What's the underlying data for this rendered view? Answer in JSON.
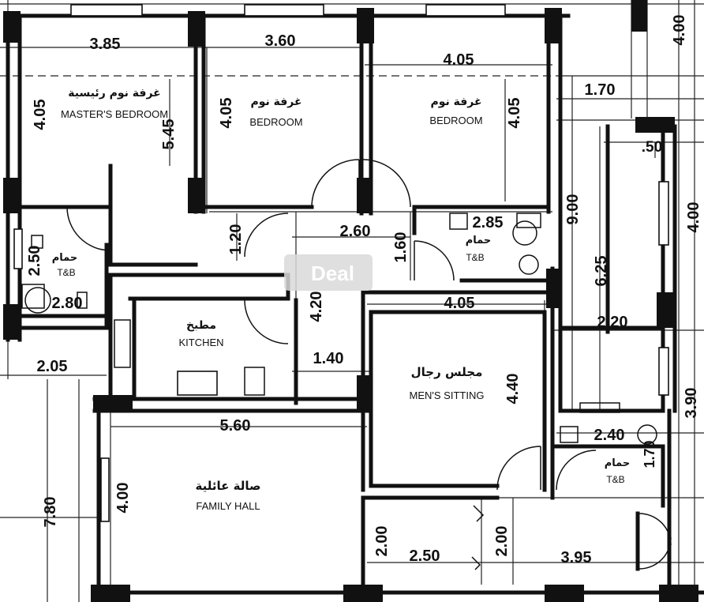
{
  "rooms": {
    "master_bedroom": {
      "ar": "غرفة نوم رئيسية",
      "en": "MASTER'S BEDROOM"
    },
    "bedroom_1": {
      "ar": "غرفة نوم",
      "en": "BEDROOM"
    },
    "bedroom_2": {
      "ar": "غرفة نوم",
      "en": "BEDROOM"
    },
    "tb_1": {
      "ar": "حمام",
      "en": "T&B"
    },
    "tb_2": {
      "ar": "حمام",
      "en": "T&B"
    },
    "tb_3": {
      "ar": "حمام",
      "en": "T&B"
    },
    "kitchen": {
      "ar": "مطبخ",
      "en": "KITCHEN"
    },
    "mens_sitting": {
      "ar": "مجلس رجال",
      "en": "MEN'S SITTING"
    },
    "family_hall": {
      "ar": "صالة عائلية",
      "en": "FAMILY HALL"
    }
  },
  "dimensions": {
    "master_width": "3.85",
    "bedroom1_width": "3.60",
    "bedroom2_width": "4.05",
    "top_right_vertical": "4.00",
    "master_height": "4.05",
    "master_closet": "5.45",
    "bedroom1_height": "4.05",
    "bedroom2_height": "4.05",
    "corridor_width": "1.70",
    "shaft_width": ".50",
    "right_vertical": "4.00",
    "long_vertical": "9.00",
    "mid_vertical": "6.25",
    "lobby_width": "2.60",
    "lobby_height_left": "1.20",
    "lobby_height_right": "1.60",
    "tb2_width": "2.85",
    "tb1_height": "2.50",
    "tb1_width": "2.80",
    "kitchen_vertical": "4.20",
    "passage_width": "1.40",
    "left_lower_width": "2.05",
    "mens_width": "4.05",
    "mens_height": "4.40",
    "right_mid_width": "2.20",
    "right_lower_vertical": "3.90",
    "tb3_width": "2.40",
    "tb3_height": "1.70",
    "hall_width": "5.60",
    "hall_height": "4.00",
    "total_vertical": "7.80",
    "entry_left_height": "2.00",
    "entry_width": "2.50",
    "entry_right_height": "2.00",
    "bottom_right_width": "3.95"
  },
  "watermark": "Deal"
}
